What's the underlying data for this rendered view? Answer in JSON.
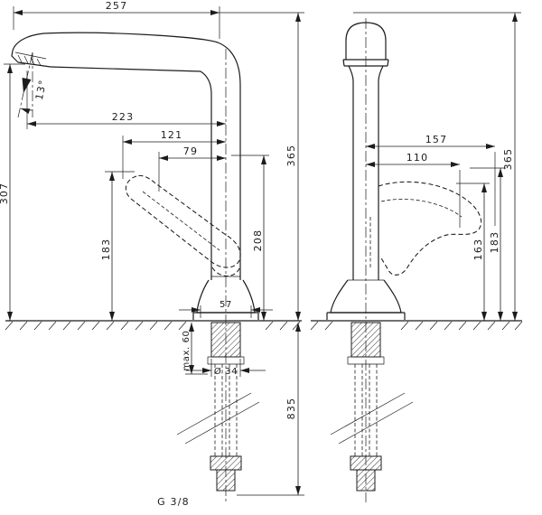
{
  "drawing": {
    "kind": "technical dimensional drawing",
    "subject": "single-lever kitchen mixer tap, two views",
    "line_color": "#1c1c1c",
    "background_color": "#ffffff"
  },
  "side_view": {
    "spout_reach": "257",
    "spout_angle": "13°",
    "outlet_to_center": "223",
    "handle_tip_to_center": "121",
    "handle_to_center": "79",
    "total_height": "365",
    "outlet_height": "307",
    "handle_height": "183",
    "body_height": "208",
    "base_diameter": "57",
    "shank_diameter": "Ø 34",
    "max_deck_thickness": "max. 60",
    "hose_length": "835",
    "thread_size": "G 3/8"
  },
  "front_view": {
    "handle_reach": "157",
    "handle_inner_reach": "110",
    "total_height": "365",
    "handle_pivot_height": "163",
    "handle_top_height": "183"
  }
}
